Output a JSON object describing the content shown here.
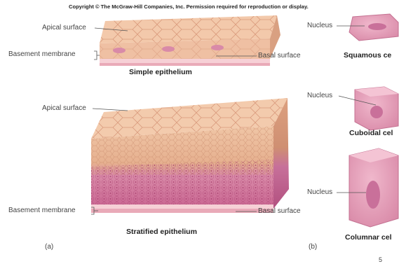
{
  "copyright": "Copyright © The McGraw-Hill Companies, Inc. Permission required for reproduction or display.",
  "panel_a": {
    "simple": {
      "apical": "Apical surface",
      "basement": "Basement membrane",
      "basal": "Basal surface",
      "caption": "Simple epithelium"
    },
    "stratified": {
      "apical": "Apical surface",
      "basement": "Basement membrane",
      "basal": "Basal surface",
      "caption": "Stratified epithelium"
    },
    "letter": "(a)"
  },
  "panel_b": {
    "squamous": {
      "nucleus": "Nucleus",
      "caption": "Squamous ce"
    },
    "cuboidal": {
      "nucleus": "Nucleus",
      "caption": "Cuboidal cel"
    },
    "columnar": {
      "nucleus": "Nucleus",
      "caption": "Columnar cel"
    },
    "letter": "(b)"
  },
  "page_number": "5",
  "colors": {
    "cell_surface": "#f2c6a8",
    "cell_pink": "#e8a0b8",
    "stratified_deep": "#c9608f",
    "membrane": "#f4c7cf",
    "nucleus": "#c9709a"
  }
}
